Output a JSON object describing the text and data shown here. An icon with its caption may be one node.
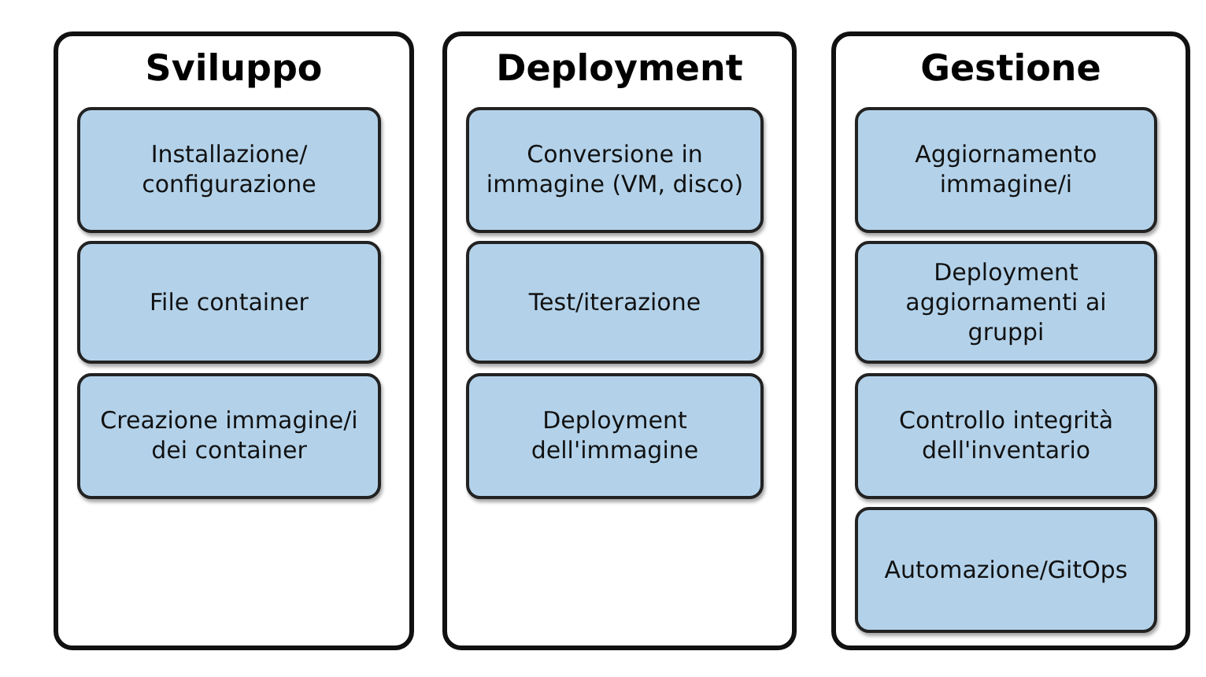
{
  "diagram": {
    "nodes": [
      {
        "text": [
          "Sviluppo"
        ]
      },
      {
        "text": [
          "Installazione/ configurazione"
        ],
        "in": 0
      },
      {
        "text": [
          "File container"
        ],
        "in": 0
      },
      {
        "text": [
          "Creazione immagine/i dei container"
        ],
        "in": 0
      },
      {
        "text": [
          "Deployment"
        ]
      },
      {
        "text": [
          "Conversione in immagine (VM, disco)"
        ],
        "in": 4
      },
      {
        "text": [
          "Test/iterazione"
        ],
        "in": 4
      },
      {
        "text": [
          "Deployment dell'immagine"
        ],
        "in": 4
      },
      {
        "text": [
          "Gestione"
        ]
      },
      {
        "text": [
          "Aggiornamento immagine/i"
        ],
        "in": 8
      },
      {
        "text": [
          "Deployment aggiornamenti ai gruppi"
        ],
        "in": 8
      },
      {
        "text": [
          "Controllo integrità dell'inventario"
        ],
        "in": 8
      },
      {
        "text": [
          "Automazione/GitOps"
        ],
        "in": 8
      }
    ]
  }
}
